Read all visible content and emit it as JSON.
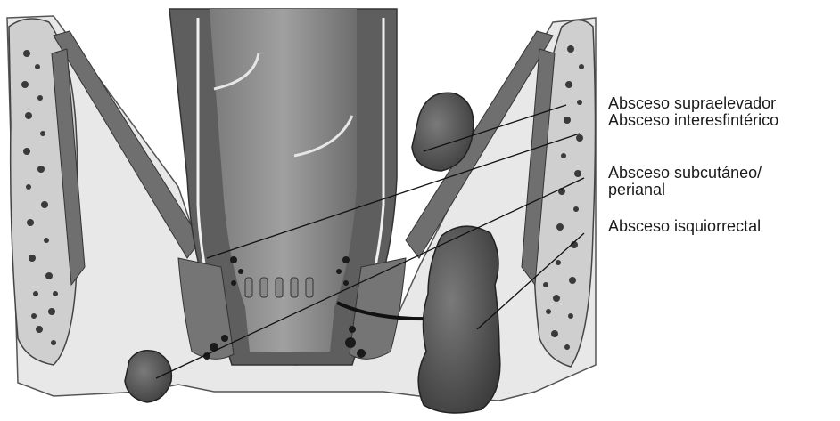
{
  "labels": {
    "supraelevator": "Absceso supraelevador",
    "interesfinterico": "Absceso interesfintérico",
    "subcutaneo_line1": "Absceso subcutáneo/",
    "subcutaneo_line2": "perianal",
    "isquiorrectal": "Absceso isquiorrectal"
  },
  "colors": {
    "background": "#ffffff",
    "tissue": "#e6e6e6",
    "muscle": "#6f6f6f",
    "bone": "#bdbdbd",
    "abscess": "#4a4a4a",
    "line": "#111111"
  }
}
